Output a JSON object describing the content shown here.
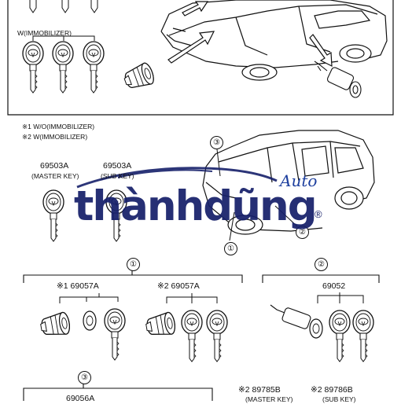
{
  "top_panel": {
    "variant_label": "W(IMMOBILIZER)"
  },
  "notes": {
    "note1": "※1 W/O(IMMOBILIZER)",
    "note2": "※2 W(IMMOBILIZER)"
  },
  "callouts": {
    "c1": "①",
    "c2": "②",
    "c3": "③"
  },
  "keys": {
    "master_part": "69503A",
    "master_name": "(MASTER KEY)",
    "sub_part": "69503A",
    "sub_name": "(SUB KEY)"
  },
  "group1": {
    "callout": "①",
    "left_part": "※1 69057A",
    "right_part": "※2 69057A"
  },
  "group2": {
    "callout": "②",
    "part": "69052"
  },
  "group3": {
    "callout": "③",
    "part": "69056A",
    "master_part": "※2 89785B",
    "master_name": "(MASTER KEY)",
    "sub_part": "※2 89786B",
    "sub_name": "(SUB KEY)"
  },
  "watermark": {
    "brand": "thànhdũng",
    "sub": "Auto",
    "reg": "®",
    "colors": {
      "primary": "#16206a",
      "accent": "#1d3f9e"
    }
  }
}
